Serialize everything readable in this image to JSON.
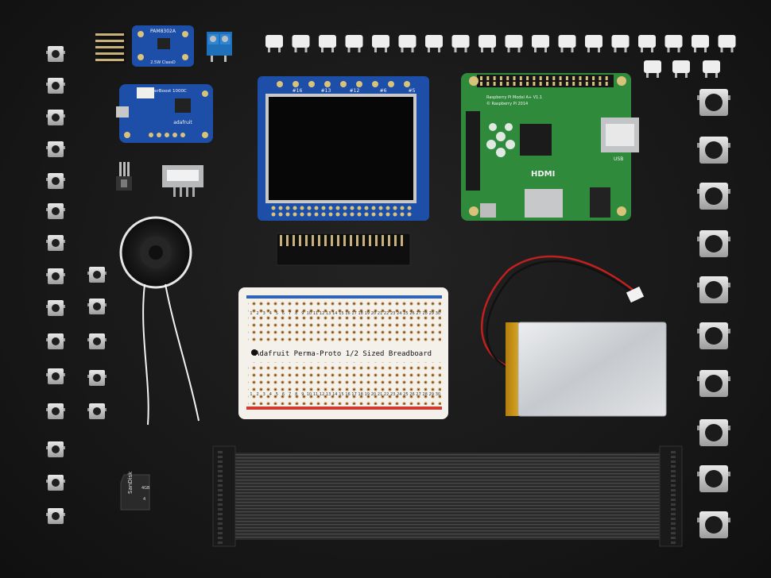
{
  "scene": {
    "colors": {
      "background": "#161616",
      "pcb_blue": "#1d4fa8",
      "pcb_green": "#2f8a3c",
      "breadboard": "#f4f1ea",
      "battery": "#cfd2d6",
      "kapton": "#d8a317"
    },
    "labels": {
      "pam_board": "PAM8302A",
      "pam_sub": "2.5W ClassD",
      "powerboost": "PowerBoost 1000C",
      "powerboost_brand": "adafruit",
      "tft_pins": [
        "#16",
        "#13",
        "#12",
        "#6",
        "#5"
      ],
      "pi_model": "Raspberry Pi Model A+ V1.1",
      "pi_copyright": "© Raspberry Pi 2014",
      "hdmi": "HDMI",
      "usb": "USB",
      "breadboard_title": "Adafruit Perma-Proto 1/2 Sized Breadboard",
      "breadboard_cols": [
        "1",
        "2",
        "3",
        "4",
        "5",
        "6",
        "7",
        "8",
        "9",
        "10",
        "11",
        "12",
        "13",
        "14",
        "15",
        "16",
        "17",
        "18",
        "19",
        "20",
        "21",
        "22",
        "23",
        "24",
        "25",
        "26",
        "27",
        "28",
        "29",
        "30"
      ],
      "sd_brand": "SanDisk",
      "sd_capacity": "4GB",
      "sd_class": "4"
    }
  }
}
